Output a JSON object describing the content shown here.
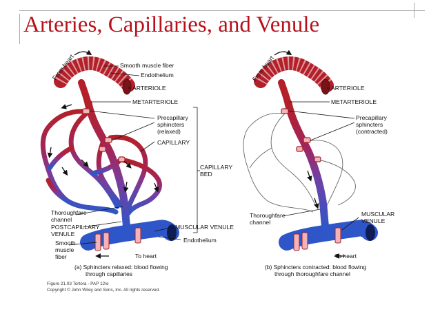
{
  "slide": {
    "title": "Arteries, Capillaries, and Venule"
  },
  "panel_a": {
    "from_heart": "From heart",
    "to_heart": "To heart",
    "labels": {
      "smooth_muscle_fiber": "Smooth muscle fiber",
      "endothelium_top": "Endothelium",
      "arteriole": "ARTERIOLE",
      "metarteriole": "METARTERIOLE",
      "precapillary_sphincters_1": "Precapillary",
      "precapillary_sphincters_2": "sphincters",
      "precapillary_sphincters_3": "(relaxed)",
      "capillary": "CAPILLARY",
      "capillary_bed_1": "CAPILLARY",
      "capillary_bed_2": "BED",
      "thoroughfare_1": "Thoroughfare",
      "thoroughfare_2": "channel",
      "postcapillary_1": "POSTCAPILLARY",
      "postcapillary_2": "VENULE",
      "smooth_muscle_1": "Smooth",
      "smooth_muscle_2": "muscle",
      "smooth_muscle_3": "fiber",
      "muscular_venule": "MUSCULAR VENULE",
      "endothelium_bottom": "Endothelium"
    },
    "caption_1": "(a) Sphincters relaxed: blood flowing",
    "caption_2": "through capillaries"
  },
  "panel_b": {
    "from_heart": "From heart",
    "to_heart": "To heart",
    "labels": {
      "arteriole": "ARTERIOLE",
      "metarteriole": "METARTERIOLE",
      "precapillary_sphincters_1": "Precapillary",
      "precapillary_sphincters_2": "sphincters",
      "precapillary_sphincters_3": "(contracted)",
      "thoroughfare_1": "Thoroughfare",
      "thoroughfare_2": "channel",
      "muscular_venule_1": "MUSCULAR",
      "muscular_venule_2": "VENULE"
    },
    "caption_1": "(b) Sphincters contracted: blood flowing",
    "caption_2": "through thoroughfare channel"
  },
  "credits": {
    "line_1": "Figure 21.03  Tortora - PAP 12/e",
    "line_2": "Copyright © John Wiley and Sons, Inc. All rights reserved."
  },
  "colors": {
    "title": "#b5121b",
    "artery": "#b3202a",
    "vein": "#2f56c8",
    "capillary_mid": "#7a3c9a"
  }
}
